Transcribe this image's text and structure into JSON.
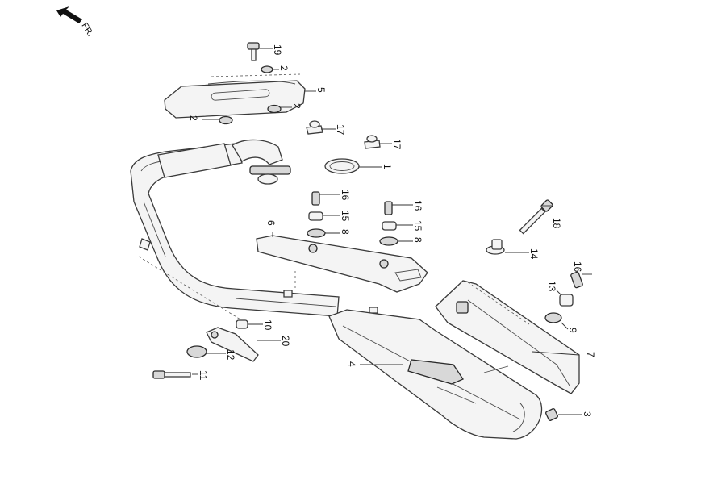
{
  "orientation": {
    "label": "FR."
  },
  "callouts": [
    "19",
    "2",
    "5",
    "2",
    "2",
    "17",
    "17",
    "1",
    "16",
    "16",
    "15",
    "15",
    "8",
    "8",
    "6",
    "18",
    "14",
    "16",
    "13",
    "9",
    "7",
    "10",
    "20",
    "12",
    "11",
    "4",
    "3"
  ]
}
